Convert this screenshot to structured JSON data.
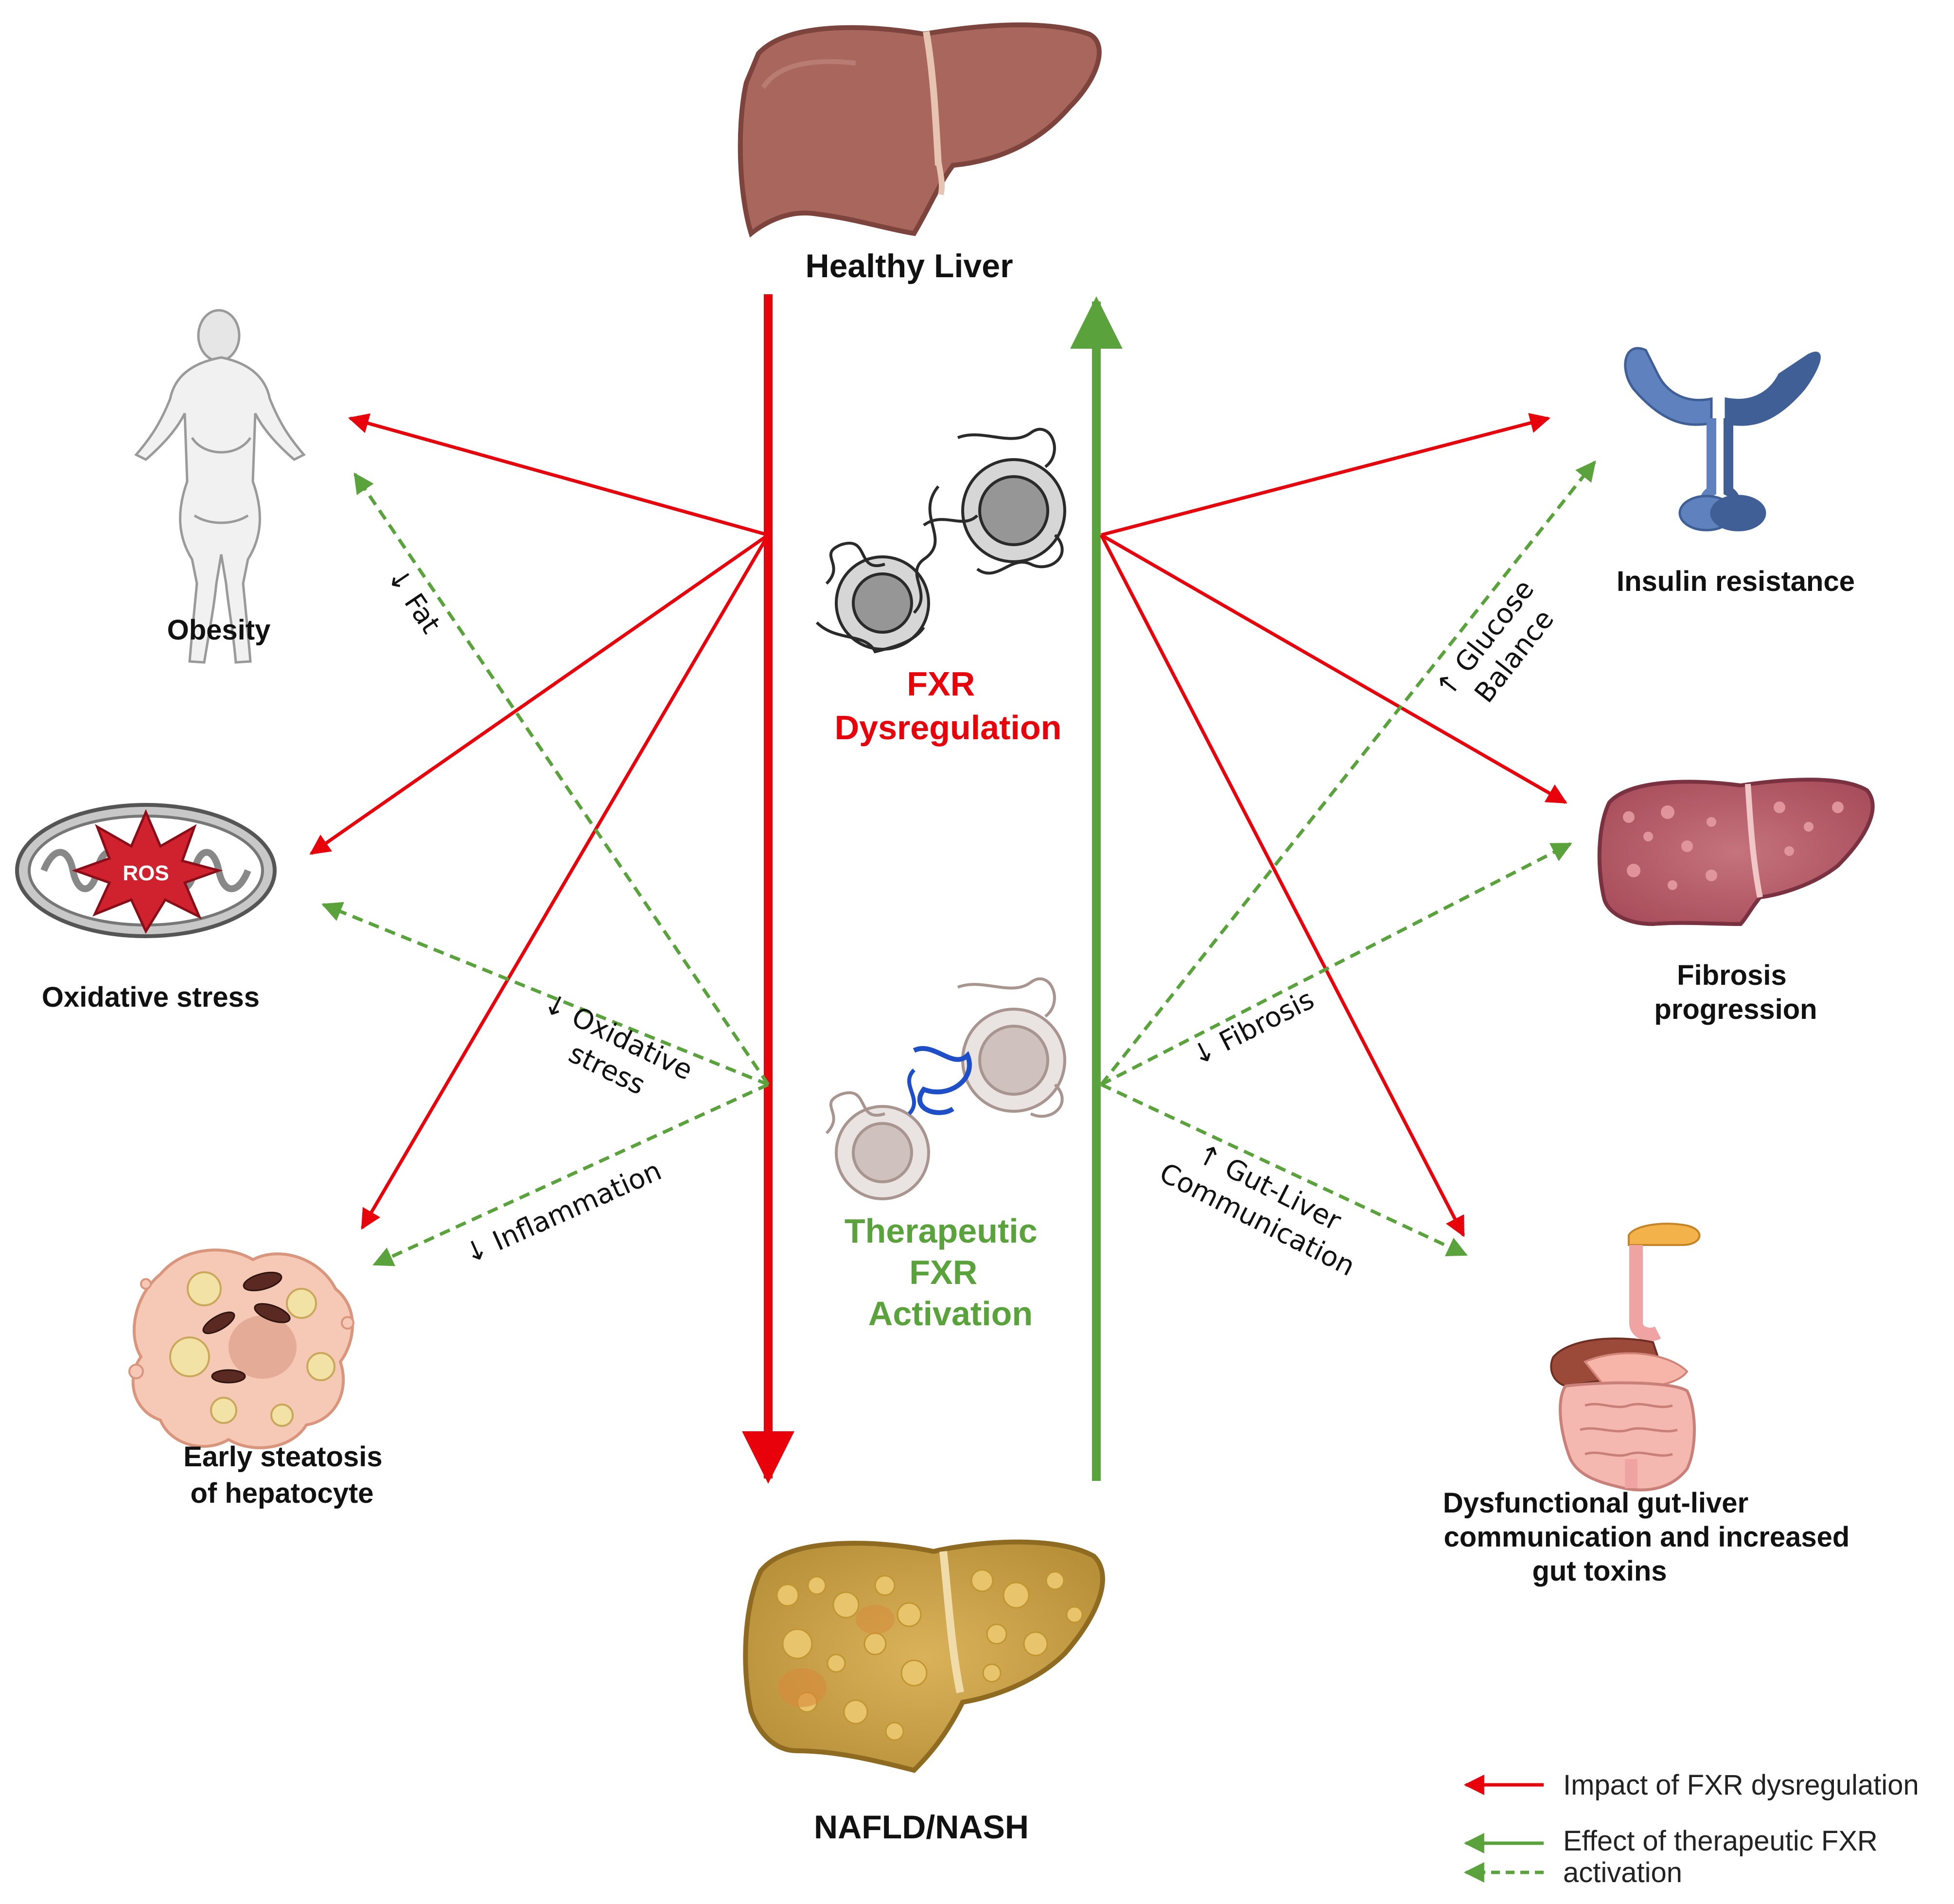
{
  "nodes": {
    "healthy_liver": "Healthy Liver",
    "nafld": "NAFLD/NASH",
    "fxr_dysregulation": [
      "FXR",
      "Dysregulation"
    ],
    "fxr_activation": [
      "Therapeutic",
      "FXR",
      "Activation"
    ],
    "obesity": "Obesity",
    "oxidative_stress": "Oxidative stress",
    "steatosis": [
      "Early steatosis",
      "of hepatocyte"
    ],
    "insulin_resistance": "Insulin resistance",
    "fibrosis_progression": [
      "Fibrosis",
      "progression"
    ],
    "gut_liver": [
      "Dysfunctional gut-liver",
      "communication and increased",
      "gut toxins"
    ]
  },
  "effects": {
    "fat": "↓ Fat",
    "oxidative": [
      "↓ Oxidative",
      "stress"
    ],
    "inflammation": "↓ Inflammation",
    "glucose": [
      "↑ Glucose",
      "Balance"
    ],
    "fibrosis": "↓ Fibrosis",
    "gut": [
      "↑ Gut-Liver",
      "Communication"
    ]
  },
  "ros_label": "ROS",
  "legend": {
    "dysregulation": "Impact of FXR dysregulation",
    "activation": [
      "Effect of therapeutic FXR",
      "activation"
    ]
  },
  "colors": {
    "dysregulation": "#e8000b",
    "activation": "#5aa33c",
    "liver_healthy": "#a8665d",
    "liver_nafld": "#c9a44a",
    "insulin_receptor": "#5f82bf"
  },
  "icons": [
    "healthy-liver-icon",
    "nafld-liver-icon",
    "fxr-protein-icon",
    "fxr-activated-protein-icon",
    "human-body-icon",
    "mitochondrion-icon",
    "hepatocyte-icon",
    "insulin-receptor-icon",
    "fibrotic-liver-icon",
    "digestive-system-icon"
  ]
}
